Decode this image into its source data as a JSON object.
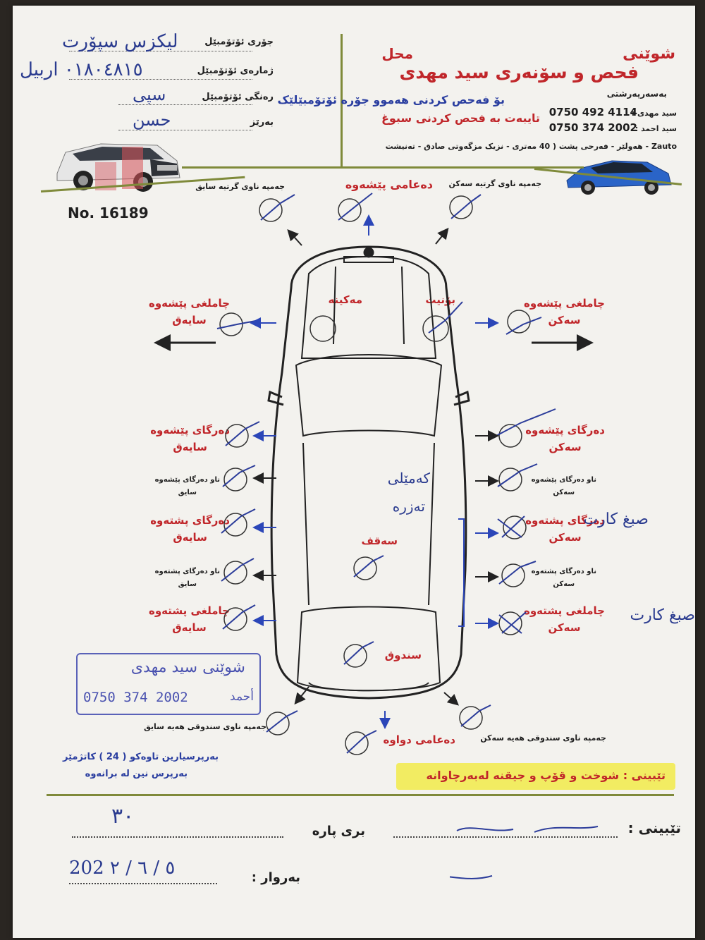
{
  "header": {
    "shop_name_part1": "شوێنی",
    "shop_name_part2": "محل",
    "shop_name_main": "فحص و سۆنەری سید مهدی",
    "subtitle": "بۆ فەحص کردنی هەموو جۆرە ئۆتۆمبێلێک",
    "specialty": "تایبەت بە فحص کردنی سبوغ",
    "managed_by": "بەسەرپەرشتی",
    "contacts": [
      {
        "name": "سید مهدی :",
        "phone": "0750 492 4114"
      },
      {
        "name": "سید احمد :",
        "phone": "0750 374 2002"
      }
    ],
    "address": "Zauto - هەولێر - فەرحی پشت ( 40 مەتری - نزیک مزگەوتی صادق - تەنیشت",
    "fields": [
      {
        "label": "جۆری ئۆتۆمبێل",
        "value": "لیکزس سپۆرت"
      },
      {
        "label": "ژمارەی ئۆتۆمبێل",
        "value": "٠١٨٠٤٨١٥ اربيل"
      },
      {
        "label": "رەنگی ئۆتۆمبێل",
        "value": "سپی"
      },
      {
        "label": "بەرێز",
        "value": "حسن"
      }
    ],
    "number_label": "No. 16189"
  },
  "diagram": {
    "top_left": "جەمپە ناوی گرتیە سایق",
    "top_center": "دەعامی پێشەوە",
    "top_right": "جەمپە ناوی گرتیە سەکن",
    "engine": "مەکینە",
    "hood": "بۆنیت",
    "roof": "سەقف",
    "trunk": "سندوق",
    "front_fender_driver": [
      "چاملغی پێشەوە",
      "سایەق"
    ],
    "front_fender_passenger": [
      "چاملغی پێشەوە",
      "سەکن"
    ],
    "front_door_driver": [
      "دەرگای پێشەوە",
      "سایەق"
    ],
    "front_door_passenger": [
      "دەرگای پێشەوە",
      "سەکن"
    ],
    "front_door_inner_driver": [
      "ناو دەرگای پێشەوە",
      "سایق"
    ],
    "front_door_inner_passenger": [
      "ناو دەرگای پێشەوە",
      "سەکن"
    ],
    "rear_door_driver": [
      "دەرگای پشتەوە",
      "سایەق"
    ],
    "rear_door_passenger": [
      "دەرگای پشتەوە",
      "سەکن"
    ],
    "rear_door_inner_driver": [
      "ناو دەرگای پشتەوە",
      "سایق"
    ],
    "rear_door_inner_passenger": [
      "ناو دەرگای پشتەوە",
      "سەکن"
    ],
    "rear_fender_driver": [
      "چاملغی پشتەوە",
      "سایەق"
    ],
    "rear_fender_passenger": [
      "چاملغی پشتەوە",
      "سەکن"
    ],
    "bottom_left": "جەمپە ناوی سندوقی هەیە سایق",
    "bottom_center": "دەعامی دواوە",
    "bottom_right": "جەمپە ناوی سندوقی هەیە سەکن",
    "handwritten_center": [
      "کەمێلی",
      "تەزرە"
    ],
    "handwritten_paint_1": "صبغ کارت",
    "handwritten_paint_2": "صبغ کارت"
  },
  "stamp": {
    "name": "شوێنی سید مهدی",
    "phone": "0750 374 2002",
    "person": "أحمد"
  },
  "footer": {
    "responsibility": "بەرپرسیارین تاوەکو ( 24 ) کاتژمێر",
    "not_responsible": "بەرپرس نین لە برانەوە",
    "note_banner": "تێبینی : شوخت و قۆپ و جیقنە لەبەرچاوانە",
    "note_label": "تێبینی :",
    "amount_label": "بری پارە",
    "amount_value": "٣٠",
    "date_label": "بەروار :",
    "date_value": "202  ٥ / ٦ / ٢"
  }
}
